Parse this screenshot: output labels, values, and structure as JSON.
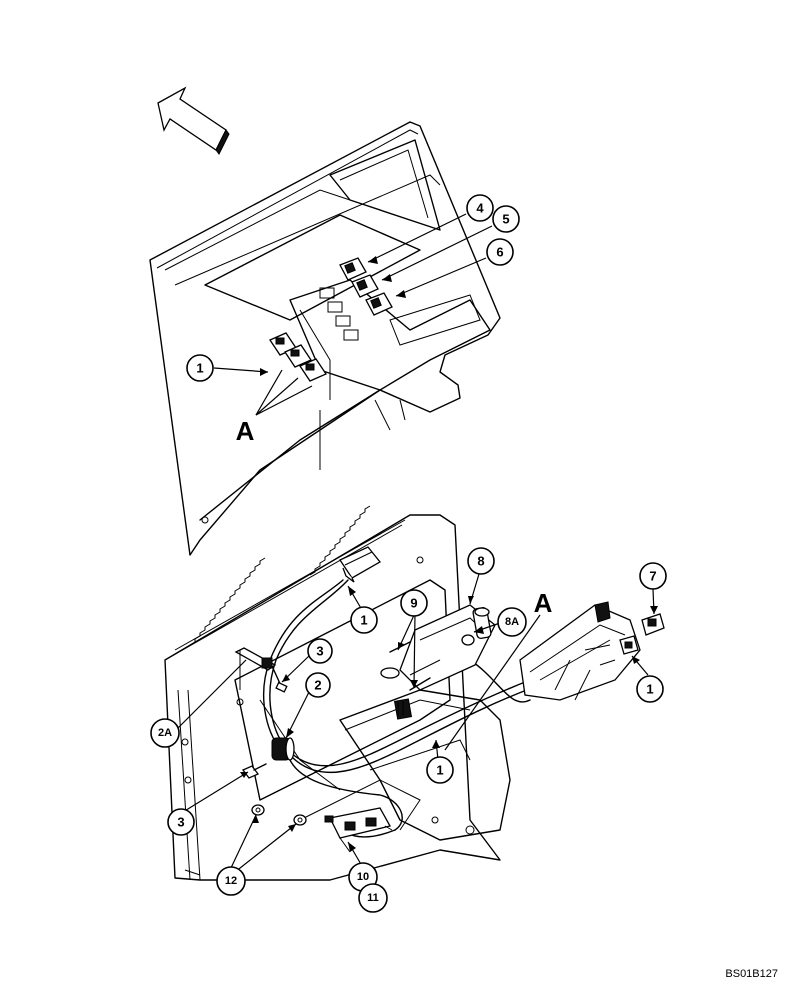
{
  "diagram": {
    "callouts": {
      "c1_top": "1",
      "c4": "4",
      "c5": "5",
      "c6": "6",
      "c1_lamp": "1",
      "c3_upper": "3",
      "c2": "2",
      "c2a": "2A",
      "c3_lower": "3",
      "c12": "12",
      "c10": "10",
      "c11": "11",
      "c8": "8",
      "c8a": "8A",
      "c9": "9",
      "c7": "7",
      "c1_right": "1",
      "c1_mid": "1"
    },
    "detail_label_top": "A",
    "detail_label_bottom": "A",
    "drawing_code": "BS01B127"
  }
}
